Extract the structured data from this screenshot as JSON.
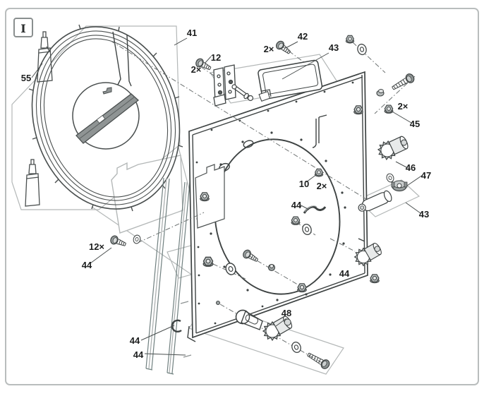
{
  "page": {
    "background": "#ffffff",
    "border_color": "#b9bdbd"
  },
  "diagram": {
    "section_marker": "I",
    "line_color_dark": "#3e4343",
    "line_color_light": "#b4b8b8",
    "part_fill_gray": "#8f9494",
    "callouts": [
      {
        "id": "55",
        "text": "55"
      },
      {
        "id": "41",
        "text": "41"
      },
      {
        "id": "12",
        "text": "12"
      },
      {
        "id": "12-qty",
        "text": "2×"
      },
      {
        "id": "42",
        "text": "42"
      },
      {
        "id": "42-qty",
        "text": "2×"
      },
      {
        "id": "43-top",
        "text": "43"
      },
      {
        "id": "45-qty",
        "text": "2×"
      },
      {
        "id": "45",
        "text": "45"
      },
      {
        "id": "46",
        "text": "46"
      },
      {
        "id": "47",
        "text": "47"
      },
      {
        "id": "43-right",
        "text": "43"
      },
      {
        "id": "10",
        "text": "10"
      },
      {
        "id": "10-qty",
        "text": "2×"
      },
      {
        "id": "44-clip",
        "text": "44"
      },
      {
        "id": "44-right",
        "text": "44"
      },
      {
        "id": "12x-qty",
        "text": "12×"
      },
      {
        "id": "44-left",
        "text": "44"
      },
      {
        "id": "44-bottom-1",
        "text": "44"
      },
      {
        "id": "44-bottom-2",
        "text": "44"
      },
      {
        "id": "48",
        "text": "48"
      }
    ]
  }
}
